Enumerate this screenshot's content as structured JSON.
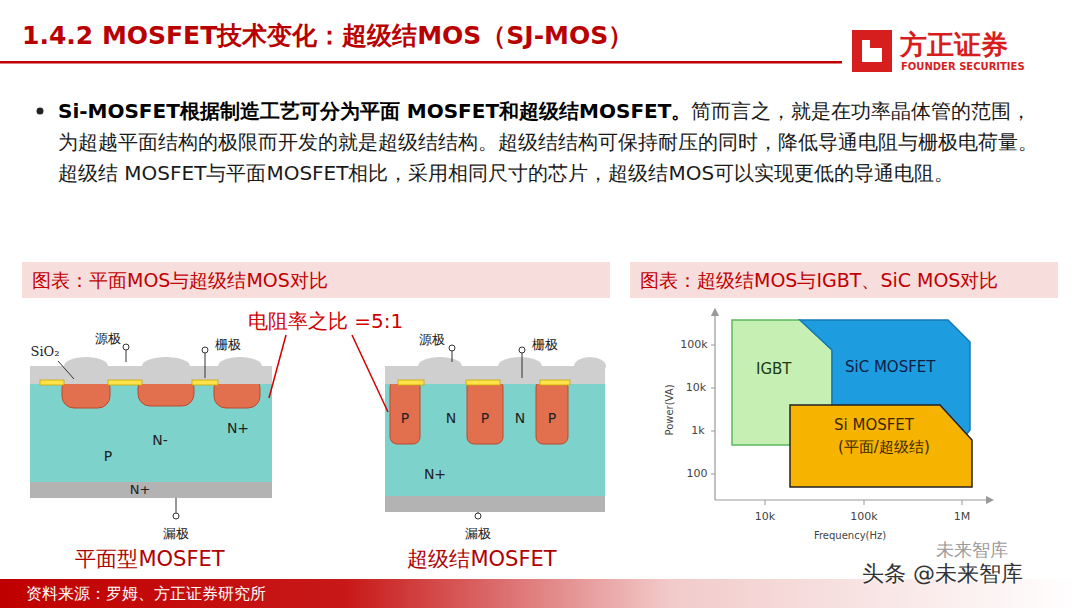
{
  "diagram": {
    "title": "1.4.2 MOSFET技术变化：超级结MOS（SJ-MOS）",
    "nodes": [
      {
        "text": [
          "图表：平面MOS与超级结MOS对比"
        ]
      },
      {
        "text": [
          "图表：超级结MOS与IGBT、SiC MOS对比"
        ]
      },
      {
        "text": [
          "IGBT"
        ]
      },
      {
        "text": [
          "SiC MOSFET"
        ]
      },
      {
        "text": [
          "Si MOSFET",
          "(平面/超级结)"
        ]
      }
    ],
    "labels": [
      "Si-MOSFET根据制造工艺可分为平面 MOSFET和超级结MOSFET。",
      "简而言之，就是在功率晶体管的范围，为超越平面结构的极限而开发的就是超级结结构。超级结结构可保持耐压的同时，降低导通电阻与栅极电荷量。超级结 MOSFET与平面MOSFET相比，采用相同尺寸的芯片，超级结MOS可以实现更低的导通电阻。",
      "方正证券",
      "FOUNDER SECURITIES",
      "SiO₂",
      "源极",
      "栅极",
      "P",
      "N-",
      "N+",
      "N+",
      "漏极",
      "平面型MOSFET",
      "电阻率之比 =5:1",
      "源极",
      "栅极",
      "P",
      "N",
      "P",
      "N",
      "P",
      "N+",
      "漏极",
      "超级结MOSFET",
      "100k",
      "10k",
      "1k",
      "100",
      "Power(VA)",
      "10k",
      "100k",
      "1M",
      "Frequency(Hz)",
      "资料来源：罗姆、方正证券研究所",
      "头条 @未来智库",
      "未来智库"
    ]
  }
}
